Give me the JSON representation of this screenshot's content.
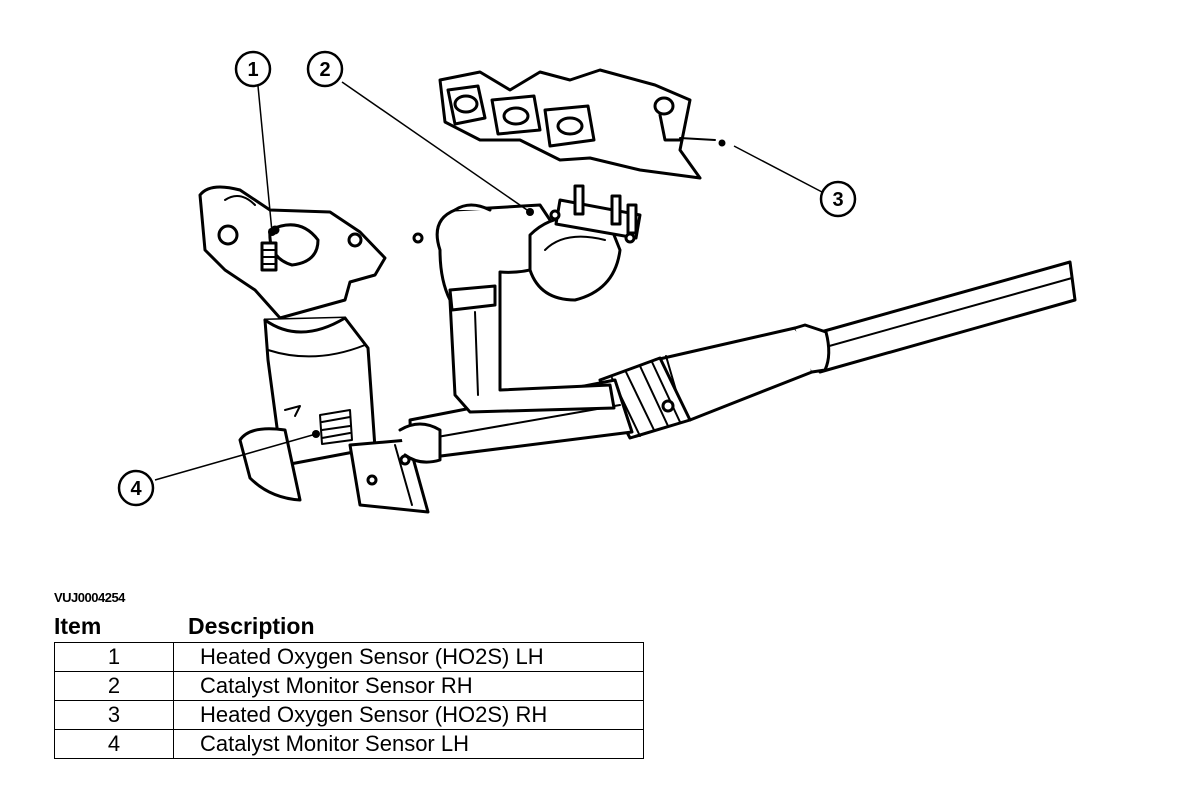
{
  "figure_id": "VUJ0004254",
  "callouts": [
    "1",
    "2",
    "3",
    "4"
  ],
  "legend": {
    "item_header": "Item",
    "description_header": "Description",
    "rows": [
      {
        "item": "1",
        "description": "Heated Oxygen Sensor (HO2S) LH"
      },
      {
        "item": "2",
        "description": "Catalyst Monitor Sensor RH"
      },
      {
        "item": "3",
        "description": "Heated Oxygen Sensor (HO2S) RH"
      },
      {
        "item": "4",
        "description": "Catalyst Monitor Sensor LH"
      }
    ]
  }
}
